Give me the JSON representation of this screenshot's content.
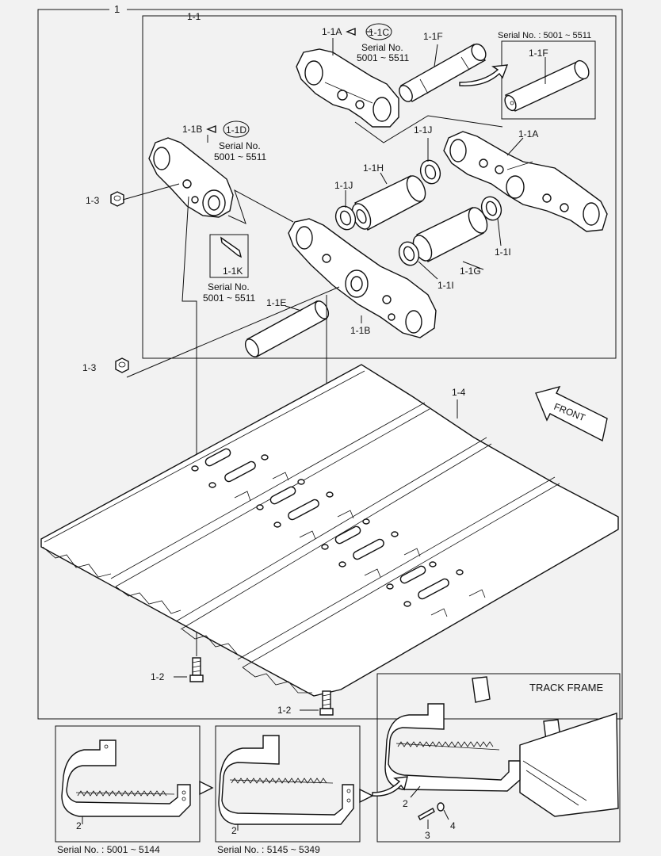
{
  "labels": {
    "main": "1",
    "sub": "1-1",
    "link_a_top": "1-1A",
    "link_c": "1-1C",
    "serial_word": "Serial No.",
    "serial_range": "5001 ~ 5511",
    "pin_f": "1-1F",
    "serial_box": "Serial No. : 5001 ~ 5511",
    "pin_f_box": "1-1F",
    "link_b_top": "1-1B",
    "link_d": "1-1D",
    "seal_j_top": "1-1J",
    "link_a_right": "1-1A",
    "bushing_h": "1-1H",
    "seal_j_mid": "1-1J",
    "nut_top": "1-3",
    "pin_k": "1-1K",
    "seal_i_right": "1-1I",
    "bushing_g": "1-1G",
    "seal_i_mid": "1-1I",
    "pin_e": "1-1E",
    "link_b_bottom": "1-1B",
    "nut_bottom": "1-3",
    "shoe": "1-4",
    "front": "FRONT",
    "bolt_left": "1-2",
    "bolt_right": "1-2",
    "track_frame": "TRACK FRAME",
    "guard_1": "2",
    "guard_2": "2",
    "guard_3": "2",
    "bolt_3": "3",
    "washer_4": "4",
    "serial_bottom_1": "Serial No. : 5001 ~ 5144",
    "serial_bottom_2": "Serial No. : 5145 ~ 5349"
  }
}
